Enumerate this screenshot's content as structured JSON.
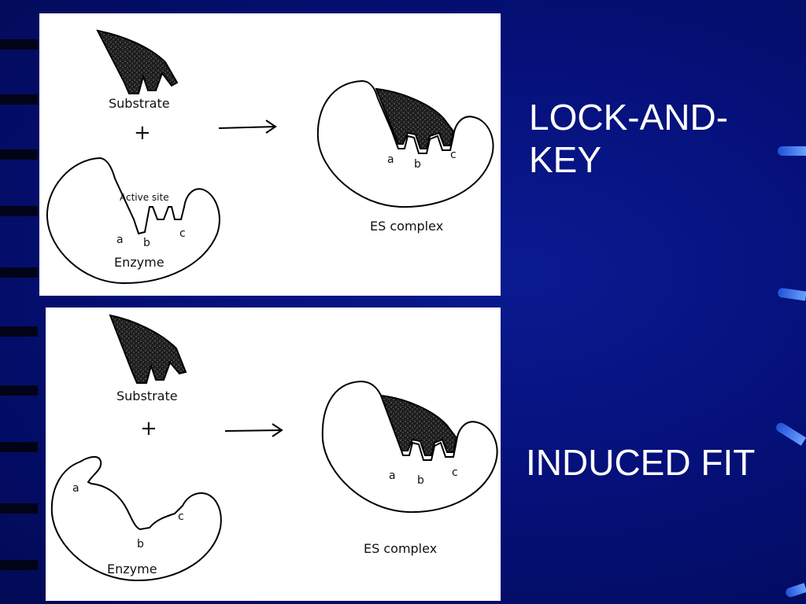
{
  "models": [
    {
      "title": "LOCK-AND-\nKEY",
      "substrate_label": "Substrate",
      "plus_sign": "+",
      "enzyme_label": "Enzyme",
      "active_site_label": "Active site",
      "site_a": "a",
      "site_b": "b",
      "site_c": "c",
      "complex_label": "ES complex",
      "complex_a": "a",
      "complex_b": "b",
      "complex_c": "c"
    },
    {
      "title": "INDUCED FIT",
      "substrate_label": "Substrate",
      "plus_sign": "+",
      "enzyme_label": "Enzyme",
      "site_a": "a",
      "site_b": "b",
      "site_c": "c",
      "complex_label": "ES complex",
      "complex_a": "a",
      "complex_b": "b",
      "complex_c": "c"
    }
  ],
  "colors": {
    "background": "#05107a",
    "panel": "#ffffff",
    "ink": "#111111",
    "accent": "#3a78ff"
  }
}
